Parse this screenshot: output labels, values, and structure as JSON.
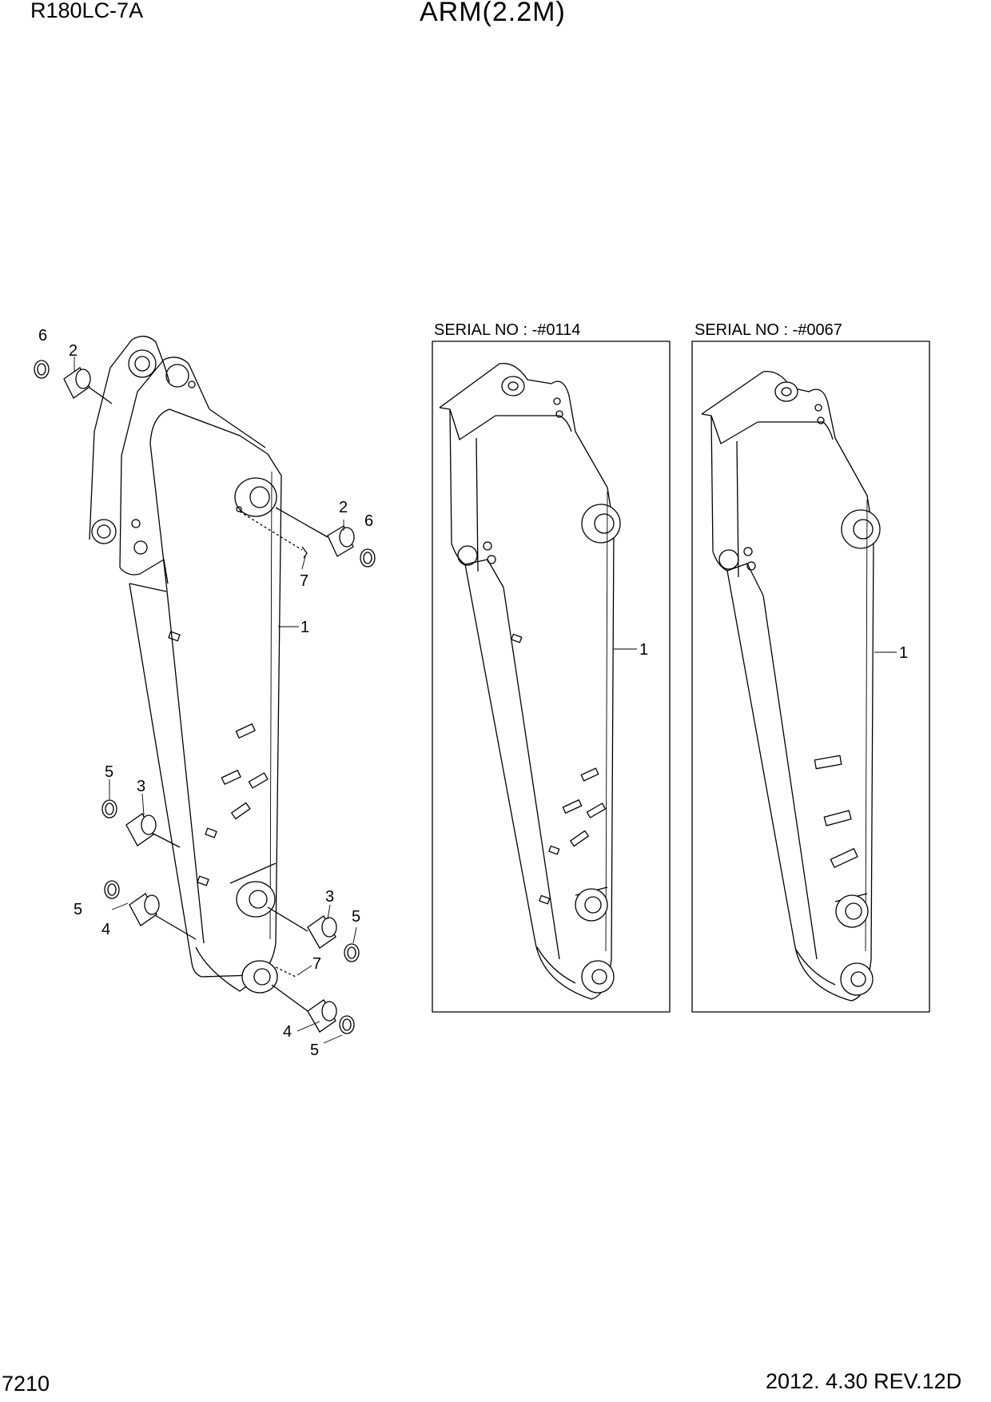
{
  "header": {
    "model": "R180LC-7A",
    "title": "ARM(2.2M)"
  },
  "footer": {
    "page_number": "7210",
    "revision": "2012. 4.30  REV.12D"
  },
  "variants": [
    {
      "caption": "SERIAL NO : -#0114",
      "callout": "1"
    },
    {
      "caption": "SERIAL NO : -#0067",
      "callout": "1"
    }
  ],
  "main_callouts": {
    "arm": "1",
    "bushing_top_left": "2",
    "shim_top_left": "6",
    "bushing_right": "2",
    "shim_right": "6",
    "pin_top": "7",
    "shim_mid_left": "5",
    "bushing_mid_left": "3",
    "shim_low_left": "5",
    "bushing_low_left": "4",
    "bushing_mid_right": "3",
    "shim_mid_right": "5",
    "pin_bottom": "7",
    "bushing_bottom": "4",
    "shim_bottom": "5"
  }
}
